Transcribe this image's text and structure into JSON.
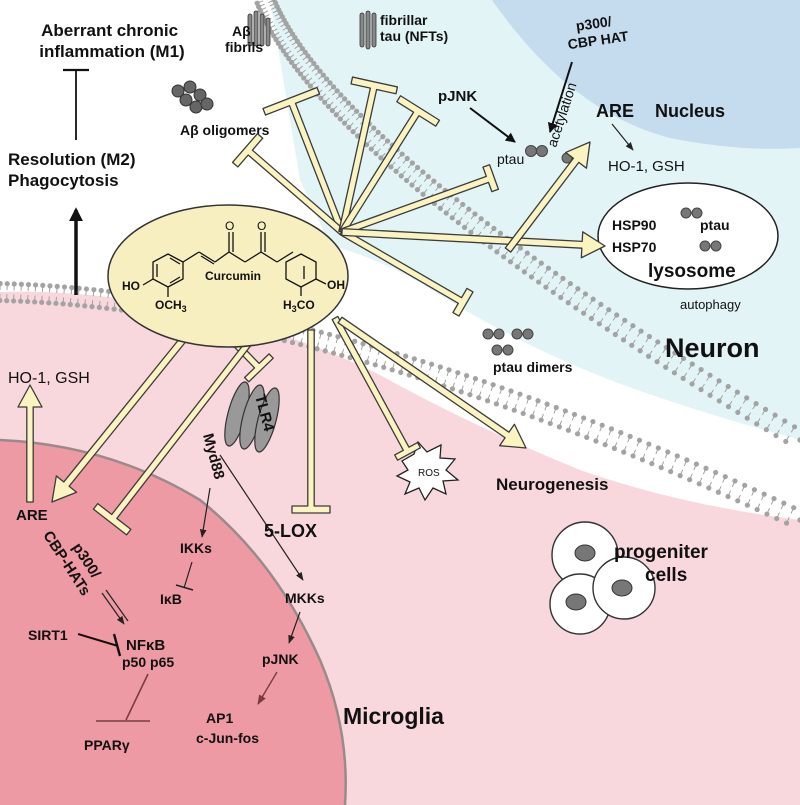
{
  "labels": {
    "aberrant_line1": "Aberrant chronic",
    "aberrant_line2": "inflammation (M1)",
    "resolution_line1": "Resolution (M2)",
    "resolution_line2": "Phagocytosis",
    "abeta_prefix": "Aβ",
    "abeta_fibrils": "fibrils",
    "abeta_oligomers": "Aβ oligomers",
    "fibrillar_line1": "fibrillar",
    "fibrillar_line2": "tau (NFTs)",
    "p300_nucleus_line1": "p300/",
    "p300_nucleus_line2": "CBP HAT",
    "acetylation": "acetylation",
    "are_nucleus": "ARE",
    "nucleus": "Nucleus",
    "pjnk_top": "pJNK",
    "ptau": "ptau",
    "ho1_gsh_neuron": "HO-1, GSH",
    "hsp90": "HSP90",
    "hsp70": "HSP70",
    "ptau_lysosome": "ptau",
    "lysosome": "lysosome",
    "autophagy": "autophagy",
    "neuron": "Neuron",
    "ptau_dimers": "ptau dimers",
    "curcumin": "Curcumin",
    "ho": "HO",
    "och3": "OCH",
    "och3_sub": "3",
    "oh": "OH",
    "h3co_h": "H",
    "h3co_sub": "3",
    "h3co_co": "CO",
    "o_left": "O",
    "o_right": "O",
    "ho1_gsh_microglia": "HO-1, GSH",
    "are_microglia": "ARE",
    "p300_microglia_line1": "p300/",
    "p300_microglia_line2": "CBP-HATs",
    "tlr4": "TLR4",
    "myd88": "Myd88",
    "ikks": "IKKs",
    "ikb": "IκB",
    "mkks": "MKKs",
    "pjnk_bottom": "pJNK",
    "ap1_line1": "AP1",
    "ap1_line2": "c-Jun-fos",
    "five_lox": "5-LOX",
    "ros": "ROS",
    "neurogenesis": "Neurogenesis",
    "progeniter_line1": "progeniter",
    "progeniter_line2": "cells",
    "sirt1": "SIRT1",
    "nfkb": "NFκB",
    "p50_p65": "p50 p65",
    "ppar": "PPARγ",
    "microglia": "Microglia"
  },
  "colors": {
    "neuron_fill": "#e3f4f7",
    "nucleus_fill": "#c5dcee",
    "microglia_fill": "#f8d8dc",
    "microglia_nucleus_fill": "#ee9aa4",
    "curcumin_fill": "#f7efbf",
    "arrow_fill": "#fbf3c0",
    "membrane_head": "#a3a3a3"
  }
}
